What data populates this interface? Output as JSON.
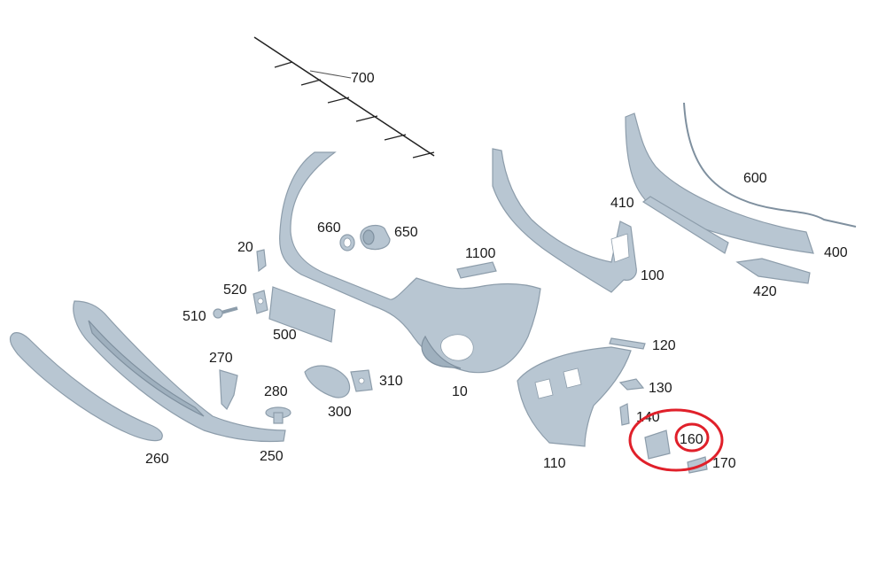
{
  "labels": {
    "p700": "700",
    "p660": "660",
    "p650": "650",
    "p600": "600",
    "p410": "410",
    "p400": "400",
    "p420": "420",
    "p1100": "1100",
    "p100": "100",
    "p20": "20",
    "p520": "520",
    "p510": "510",
    "p500": "500",
    "p270": "270",
    "p280": "280",
    "p310": "310",
    "p300": "300",
    "p10": "10",
    "p120": "120",
    "p130": "130",
    "p140": "140",
    "p160": "160",
    "p170": "170",
    "p110": "110",
    "p260": "260",
    "p250": "250"
  },
  "colors": {
    "part": "#b8c6d2",
    "highlight": "#e0202a"
  },
  "highlight": {
    "target_part": "160"
  }
}
